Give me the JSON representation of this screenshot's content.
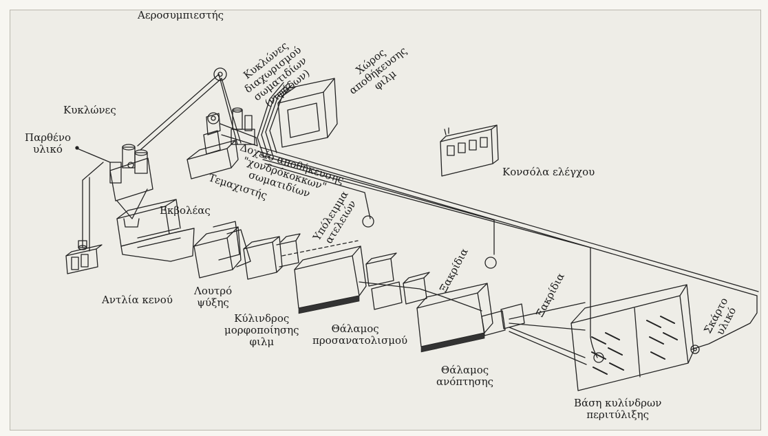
{
  "labels": {
    "air_compressor": "Αεροσυμπιεστής",
    "cyclones_sep_1": "Κυκλώνες",
    "cyclones_sep_2": "διαχωρισμού",
    "cyclones_sep_3": "σωματιδίων",
    "cyclones_sep_4": "(νιφάδων)",
    "film_storage_1": "Χώρος",
    "film_storage_2": "αποθήκευσης",
    "film_storage_3": "φιλμ",
    "cyclones": "Κυκλώνες",
    "virgin_material_1": "Παρθένο",
    "virgin_material_2": "υλικό",
    "granule_tank_1": "Δοχείο αποθήκευσης",
    "granule_tank_2": "\"χονδρόκοκκων\"",
    "granule_tank_3": "σωματιδίων",
    "shredder": "Τεμαχιστής",
    "control_console": "Κονσόλα ελέγχου",
    "extruder": "Εκβολέας",
    "waste_residue_1": "Υπόλειμμα",
    "waste_residue_2": "ατελειών",
    "vacuum_pump": "Αντλία κενού",
    "cooling_bath_1": "Λουτρό",
    "cooling_bath_2": "ψύξης",
    "film_roller_1": "Κύλινδρος",
    "film_roller_2": "μορφοποίησης",
    "film_roller_3": "φιλμ",
    "orientation_chamber_1": "Θάλαμος",
    "orientation_chamber_2": "προσανατολισμού",
    "trimmings_1": "Ξακρίδια",
    "trimmings_2": "Ξακρίδια",
    "annealing_chamber_1": "Θάλαμος",
    "annealing_chamber_2": "ανόπτησης",
    "scrap_material_1": "Σκάρτο",
    "scrap_material_2": "υλικό",
    "winder_base_1": "Βάση κυλίνδρων",
    "winder_base_2": "περιτύλιξης"
  }
}
